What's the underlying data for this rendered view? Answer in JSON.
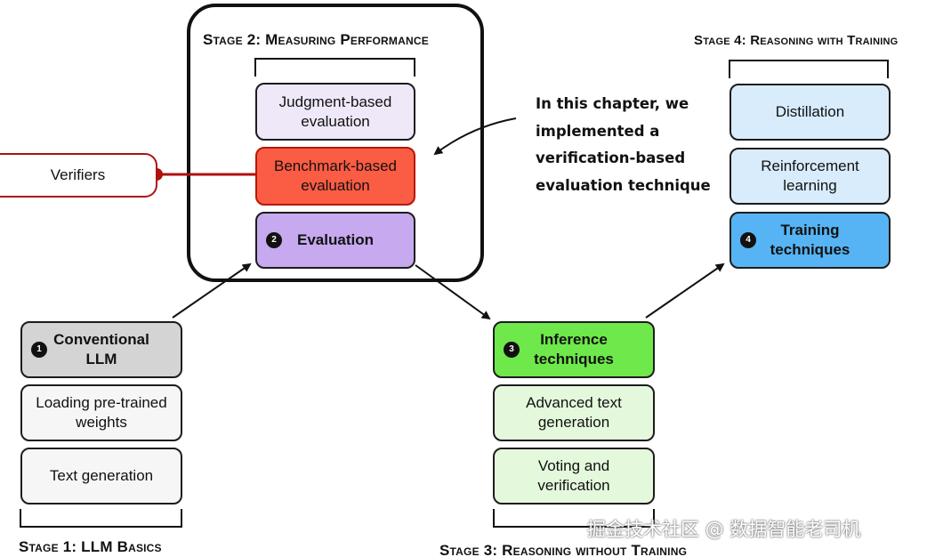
{
  "stages": {
    "stage1": {
      "title": "Stage 1: LLM Basics"
    },
    "stage2": {
      "title": "Stage 2: Measuring Performance"
    },
    "stage3": {
      "title": "Stage 3: Reasoning without Training"
    },
    "stage4": {
      "title": "Stage 4: Reasoning with Training"
    }
  },
  "boxes": {
    "conventional_llm": {
      "badge": "1",
      "label": "Conventional\nLLM",
      "color": "#d4d4d4"
    },
    "loading_weights": {
      "label": "Loading pre-trained\nweights",
      "color": "#f6f6f6"
    },
    "text_generation": {
      "label": "Text generation",
      "color": "#f6f6f6"
    },
    "judgment_eval": {
      "label": "Judgment-based\nevaluation",
      "color": "#efe8f8"
    },
    "benchmark_eval": {
      "label": "Benchmark-based\nevaluation",
      "color": "#fb5c44"
    },
    "evaluation": {
      "badge": "2",
      "label": "Evaluation",
      "color": "#c6a9ef"
    },
    "inference_techniques": {
      "badge": "3",
      "label": "Inference\ntechniques",
      "color": "#6ee84a"
    },
    "advanced_text": {
      "label": "Advanced text\ngeneration",
      "color": "#e4f9dc"
    },
    "voting_verification": {
      "label": "Voting and\nverification",
      "color": "#e4f9dc"
    },
    "distillation": {
      "label": "Distillation",
      "color": "#d8ecfc"
    },
    "reinforcement": {
      "label": "Reinforcement\nlearning",
      "color": "#d8ecfc"
    },
    "training_techniques": {
      "badge": "4",
      "label": "Training\ntechniques",
      "color": "#56b4f4"
    },
    "verifiers": {
      "label": "Verifiers",
      "border_color": "#b01010"
    }
  },
  "callout": {
    "text": "In this chapter, we\nimplemented a\nverification-based\nevaluation technique"
  },
  "watermark": {
    "text": "掘金技术社区 @ 数据智能老司机"
  }
}
